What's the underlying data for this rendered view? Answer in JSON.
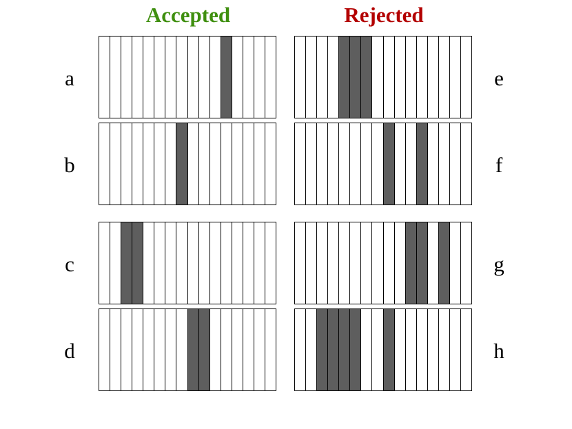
{
  "headers": {
    "accepted": "Accepted",
    "rejected": "Rejected"
  },
  "colors": {
    "accepted": "#3f8f0f",
    "rejected": "#b30000",
    "filled": "#5e5e5e"
  },
  "cells_per_strip": 16,
  "strips": [
    {
      "label": "a",
      "group": "accepted",
      "filled": [
        11
      ]
    },
    {
      "label": "b",
      "group": "accepted",
      "filled": [
        7
      ]
    },
    {
      "label": "c",
      "group": "accepted",
      "filled": [
        2,
        3
      ]
    },
    {
      "label": "d",
      "group": "accepted",
      "filled": [
        8,
        9
      ]
    },
    {
      "label": "e",
      "group": "rejected",
      "filled": [
        4,
        5,
        6
      ]
    },
    {
      "label": "f",
      "group": "rejected",
      "filled": [
        8,
        11
      ]
    },
    {
      "label": "g",
      "group": "rejected",
      "filled": [
        10,
        11,
        13
      ]
    },
    {
      "label": "h",
      "group": "rejected",
      "filled": [
        2,
        3,
        4,
        5,
        8
      ]
    }
  ]
}
